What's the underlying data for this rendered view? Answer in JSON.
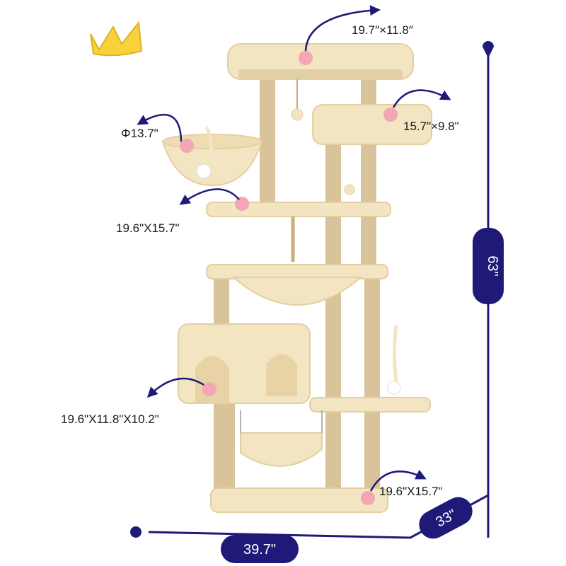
{
  "dimensions": {
    "top_perch": "19.7″×11.8″",
    "side_perch": "15.7\"×9.8\"",
    "basket": "Φ13.7\"",
    "upper_platform": "19.6\"X15.7\"",
    "condo": "19.6\"X11.8\"X10.2\"",
    "base": "19.6\"X15.7\"",
    "height": "63\"",
    "width": "39.7\"",
    "depth": "33\""
  },
  "colors": {
    "plush": "#f3e4c2",
    "plush_shadow": "#e2cfa3",
    "sisal": "#d9c39a",
    "badge": "#1f1a78",
    "paw": "#f3a7b4",
    "crown": "#f7d23a"
  }
}
